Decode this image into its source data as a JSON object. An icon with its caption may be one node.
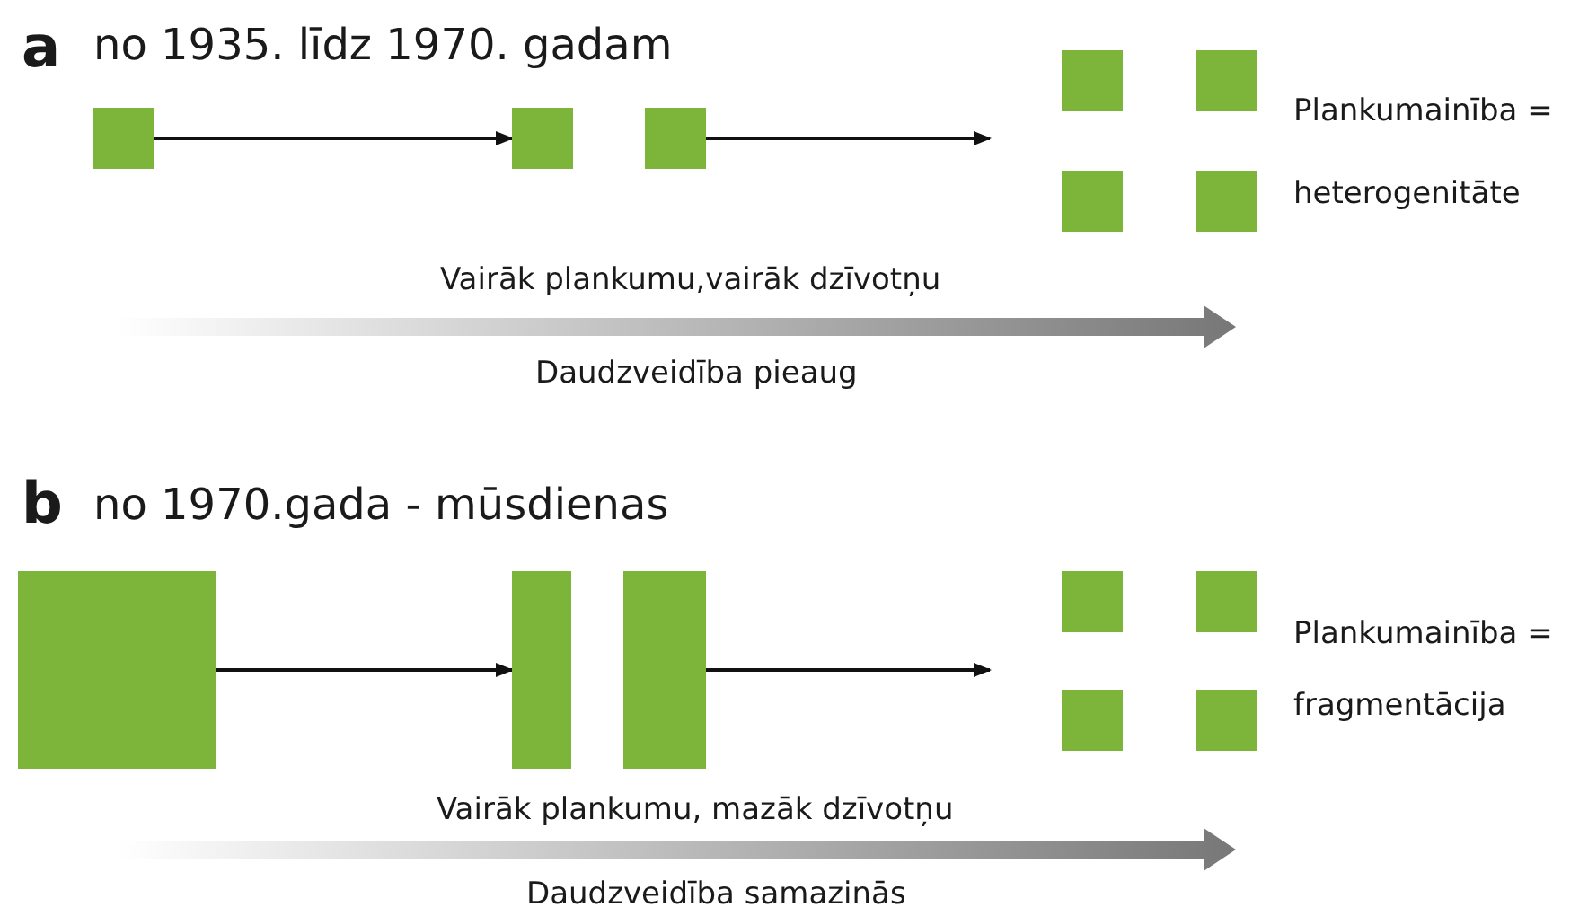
{
  "diagram": {
    "nodes": [
      {
        "text": [],
        "shape": "box"
      },
      {
        "text": [],
        "shape": "box"
      },
      {
        "text": [],
        "shape": "box"
      },
      {
        "text": [],
        "shape": "box"
      },
      {
        "text": [],
        "shape": "box"
      },
      {
        "text": [],
        "shape": "box"
      },
      {
        "text": [],
        "shape": "box"
      },
      {
        "text": [],
        "shape": "box"
      },
      {
        "text": [],
        "shape": "box"
      },
      {
        "text": [],
        "shape": "box"
      },
      {
        "text": [],
        "shape": "box"
      },
      {
        "text": [],
        "shape": "box"
      },
      {
        "text": [],
        "shape": "box"
      },
      {
        "text": [],
        "shape": "box"
      }
    ],
    "edges": [
      {
        "from": 0,
        "to": 1,
        "arrow": "to"
      },
      {
        "from": 2,
        "to": null,
        "arrow": "to"
      },
      {
        "from": 7,
        "to": 8,
        "arrow": "to"
      },
      {
        "from": 9,
        "to": null,
        "arrow": "to"
      }
    ],
    "labels": [
      "a",
      "no 1935. līdz 1970. gadam",
      "Plankumainība =",
      "heterogenitāte",
      "Vairāk plankumu,vairāk dzīvotņu",
      "Daudzveidība pieaug",
      "b",
      "no 1970.gada - mūsdienas",
      "Plankumainība =",
      "fragmentācija",
      "Vairāk plankumu, mazāk dzīvotņu",
      "Daudzveidība samazinās"
    ]
  }
}
